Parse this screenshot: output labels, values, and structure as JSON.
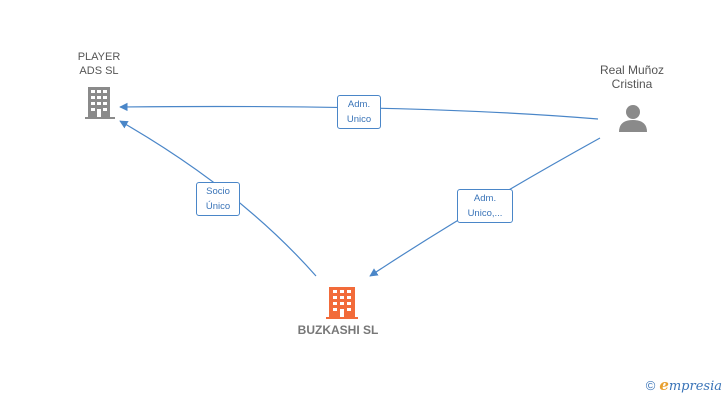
{
  "nodes": {
    "player": {
      "line1": "PLAYER",
      "line2": "ADS  SL"
    },
    "person": {
      "line1": "Real Muñoz",
      "line2": "Cristina"
    },
    "buzkashi": {
      "name": "BUZKASHI  SL"
    }
  },
  "edges": {
    "person_to_player": {
      "line1": "Adm.",
      "line2": "Unico"
    },
    "buzkashi_to_player": {
      "line1": "Socio",
      "line2": "Único"
    },
    "person_to_buzkashi": {
      "line1": "Adm.",
      "line2": "Unico,..."
    }
  },
  "footer": {
    "copyright": "©",
    "brand_initial": "e",
    "brand_rest": "mpresia"
  },
  "colors": {
    "edge": "#4a86c8",
    "company_icon": "#8a8a8a",
    "focus_company_icon": "#f26b3a",
    "person_icon": "#8a8a8a"
  }
}
